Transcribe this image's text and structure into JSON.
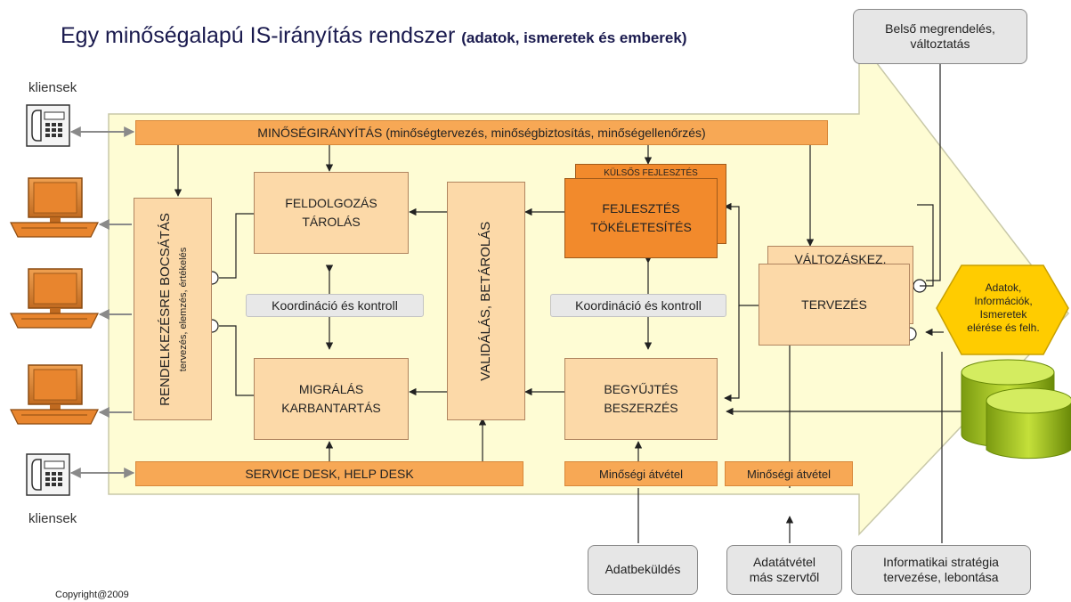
{
  "title": {
    "main": "Egy minőségalapú IS-irányítás rendszer",
    "sub": "(adatok, ismeretek és emberek)"
  },
  "labels": {
    "clients_top": "kliensek",
    "clients_bottom": "kliensek",
    "copyright": "Copyright@2009"
  },
  "boxes": {
    "quality_mgmt": "MINŐSÉGIRÁNYÍTÁS  (minőségtervezés, minőségbiztosítás, minőségellenőrzés)",
    "service_desk": "SERVICE DESK,  HELP DESK",
    "provision_main": "RENDELKEZÉSRE  BOCSÁTÁS",
    "provision_sub": "tervezés,  elemzés,  értékelés",
    "processing_1": "FELDOLGOZÁS",
    "processing_2": "TÁROLÁS",
    "migration_1": "MIGRÁLÁS",
    "migration_2": "KARBANTARTÁS",
    "validation": "VALIDÁLÁS,  BETÁROLÁS",
    "external_dev": "KÜLSŐS FEJLESZTÉS",
    "development_1": "FEJLESZTÉS",
    "development_2": "TÖKÉLETESÍTÉS",
    "collection_1": "BEGYŰJTÉS",
    "collection_2": "BESZERZÉS",
    "change_mgmt": "VÁLTOZÁSKEZ.",
    "planning": "TERVEZÉS",
    "coordination_left": "Koordináció és kontroll",
    "coordination_right": "Koordináció és kontroll",
    "quality_receipt_1": "Minőségi átvétel",
    "quality_receipt_2": "Minőségi átvétel",
    "internal_order_1": "Belső megrendelés,",
    "internal_order_2": "változtatás",
    "data_submission": "Adatbeküldés",
    "data_transfer_1": "Adatátvétel",
    "data_transfer_2": "más szervtől",
    "it_strategy_1": "Informatikai stratégia",
    "it_strategy_2": "tervezése, lebontása",
    "hex_1": "Adatok,",
    "hex_2": "Információk,",
    "hex_3": "Ismeretek",
    "hex_4": "elérése és felh."
  },
  "icons": [
    "phone-icon",
    "computer-icon",
    "database-icon"
  ],
  "colors": {
    "arrow_bg": "#fefcd4",
    "orange": "#f7a855",
    "peach": "#fcd9a8",
    "deep_orange": "#f28a2c",
    "hexagon": "#ffcc00",
    "database": "#a8cc20"
  }
}
